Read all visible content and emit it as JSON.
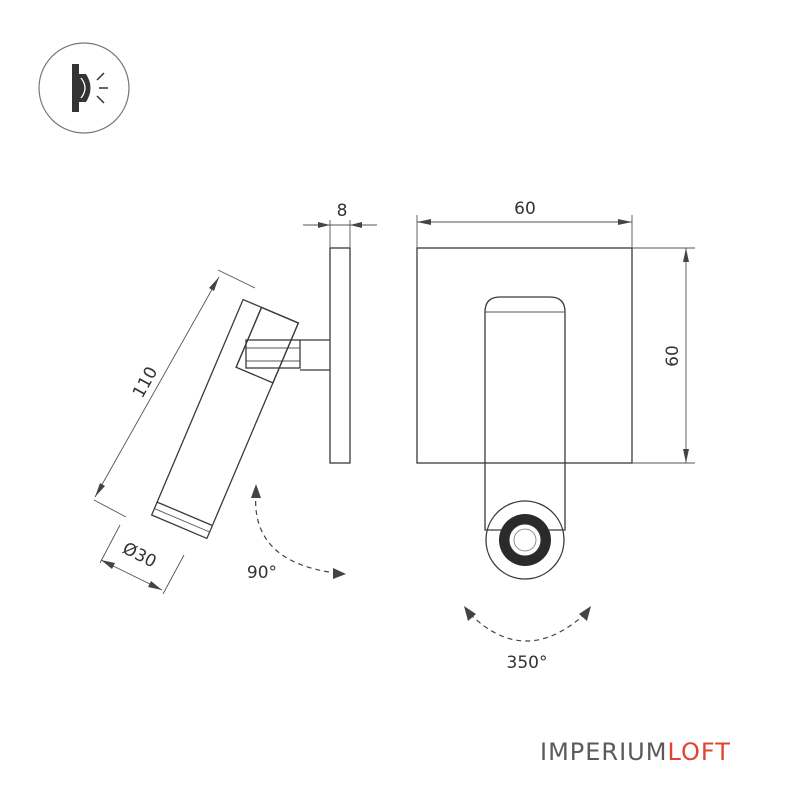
{
  "dimensions": {
    "projection": "110",
    "diameter": "Ø30",
    "plate_depth": "8",
    "plate_width": "60",
    "plate_height": "60"
  },
  "rotation": {
    "tilt": "90°",
    "swivel": "350°"
  },
  "brand": {
    "part1": "IMPERIUM",
    "part2": "LOFT",
    "color_part1": "#5a5a5a",
    "color_part2": "#e0442f"
  },
  "icons": {
    "mount_type": "wall-mounted-light-icon"
  }
}
